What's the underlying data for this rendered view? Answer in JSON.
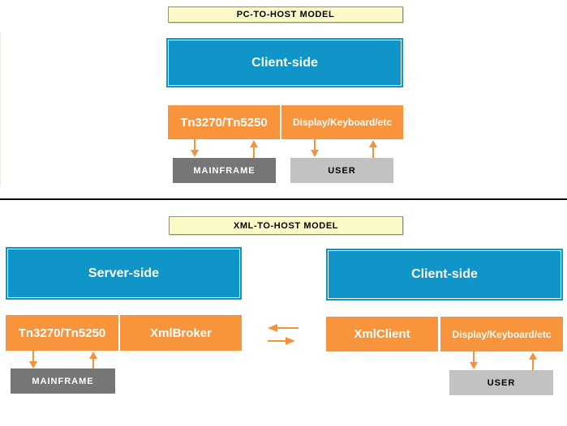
{
  "colors": {
    "blue": "#1095C8",
    "orange": "#F8953C",
    "dark_gray": "#767676",
    "light_gray": "#C2C2C2",
    "pale_yellow": "#FAFAC8",
    "arrow_orange": "#F5923C",
    "divider_black": "#0A0A0A"
  },
  "pc_model": {
    "title": "PC-TO-HOST MODEL",
    "client_label": "Client-side",
    "tn_label": "Tn3270/Tn5250",
    "display_label": "Display/Keyboard/etc",
    "mainframe_label": "MAINFRAME",
    "user_label": "USER"
  },
  "xml_model": {
    "title": "XML-TO-HOST MODEL",
    "server_label": "Server-side",
    "client_label": "Client-side",
    "tn_label": "Tn3270/Tn5250",
    "broker_label": "XmlBroker",
    "xmlclient_label": "XmlClient",
    "display_label": "Display/Keyboard/etc",
    "mainframe_label": "MAINFRAME",
    "user_label": "USER"
  }
}
